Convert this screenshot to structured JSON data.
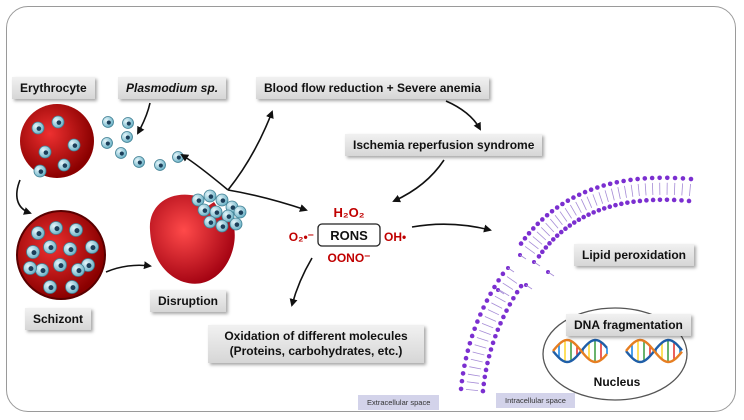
{
  "labels": {
    "erythrocyte": "Erythrocyte",
    "plasmodium": "Plasmodium sp.",
    "blood_flow": "Blood flow reduction + Severe anemia",
    "ischemia": "Ischemia reperfusion syndrome",
    "schizont": "Schizont",
    "disruption": "Disruption",
    "oxidation_line1": "Oxidation of different molecules",
    "oxidation_line2": "(Proteins, carbohydrates, etc.)",
    "lipid": "Lipid peroxidation",
    "dna": "DNA fragmentation",
    "nucleus": "Nucleus",
    "extracellular": "Extracellular space",
    "intracellular": "Intracellular space"
  },
  "rons": {
    "center": "RONS",
    "top": "H₂O₂",
    "left": "O₂•⁻",
    "right": "OH•",
    "bottom": "OONO⁻"
  },
  "colors": {
    "red": "#c00000",
    "cell_red": "#b0000a",
    "parasite_blue": "#8fc9d9",
    "membrane_purple": "#7b2fd0",
    "space_box": "#d3d3ea"
  }
}
